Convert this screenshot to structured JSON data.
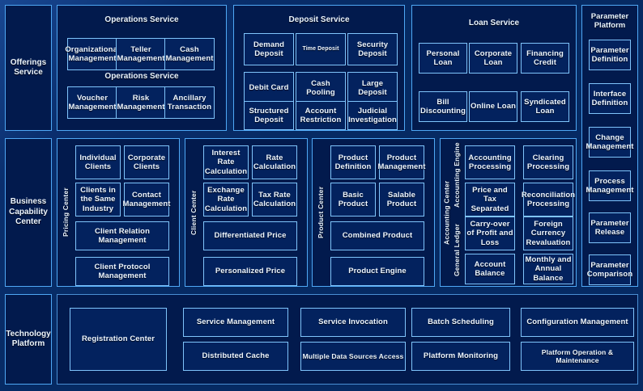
{
  "layers": {
    "offerings": {
      "label": "Offerings\nService"
    },
    "business": {
      "label": "Business\nCapability\nCenter"
    },
    "technology": {
      "label": "Technology\nPlatform"
    }
  },
  "offerings_groups": [
    {
      "title": "Operations Service",
      "subtitle": "Operations Service",
      "items": [
        "Organizational Management",
        "Teller Management",
        "Cash Management",
        "Voucher Management",
        "Risk Management",
        "Ancillary Transaction"
      ]
    },
    {
      "title": "Deposit Service",
      "items": [
        "Demand Deposit",
        "Time Deposit",
        "Security Deposit",
        "Debit Card",
        "Cash Pooling",
        "Large Deposit",
        "Structured Deposit",
        "Account Restriction",
        "Judicial Investigation"
      ]
    },
    {
      "title": "Loan Service",
      "items": [
        "Personal Loan",
        "Corporate Loan",
        "Financing Credit",
        "Bill Discounting",
        "Online Loan",
        "Syndicated Loan"
      ]
    }
  ],
  "business_groups": [
    {
      "rail": "Pricing Center",
      "pairs": [
        [
          "Individual Clients",
          "Corporate Clients"
        ],
        [
          "Clients in the Same Industry",
          "Contact Management"
        ]
      ],
      "wide": [
        "Client Relation Management",
        "Client Protocol Management"
      ]
    },
    {
      "rail": "Client Center",
      "pairs": [
        [
          "Interest Rate Calculation",
          "Rate Calculation"
        ],
        [
          "Exchange Rate Calculation",
          "Tax Rate Calculation"
        ]
      ],
      "wide": [
        "Differentiated Price",
        "Personalized Price"
      ]
    },
    {
      "rail": "Product Center",
      "pairs": [
        [
          "Product Definition",
          "Product Management"
        ],
        [
          "Basic Product",
          "Salable Product"
        ]
      ],
      "wide": [
        "Combined Product",
        "Product Engine"
      ]
    }
  ],
  "accounting": {
    "outer_rail": "Accounting Center",
    "rail_top": "Accounting Engine",
    "rail_bottom": "General Ledger",
    "top_items": [
      "Accounting Processing",
      "Clearing Processing",
      "Price and Tax Separated",
      "Reconciliation Processing"
    ],
    "bottom_items": [
      "Carry-over of Profit and Loss",
      "Foreign Currency Revaluation",
      "Account Balance",
      "Monthly and Annual Balance"
    ]
  },
  "parameter_platform": {
    "title": "Parameter Platform",
    "items": [
      "Parameter Definition",
      "Interface Definition",
      "Change Management",
      "Process Management",
      "Parameter Release",
      "Parameter Comparison"
    ]
  },
  "technology_platform": {
    "feature_box": "Registration Center",
    "columns": [
      [
        "Service Management",
        "Distributed Cache"
      ],
      [
        "Service Invocation",
        "Multiple Data Sources Access"
      ],
      [
        "Batch Scheduling",
        "Platform Monitoring"
      ],
      [
        "Configuration Management",
        "Platform Operation & Maintenance"
      ]
    ]
  },
  "colors": {
    "background": "#062a63",
    "panel_fill": "#021a4d",
    "cell_fill": "#03225e",
    "border_bright": "#29a3f5",
    "border_panel": "#4fa8f5",
    "text": "#eef6ff"
  }
}
